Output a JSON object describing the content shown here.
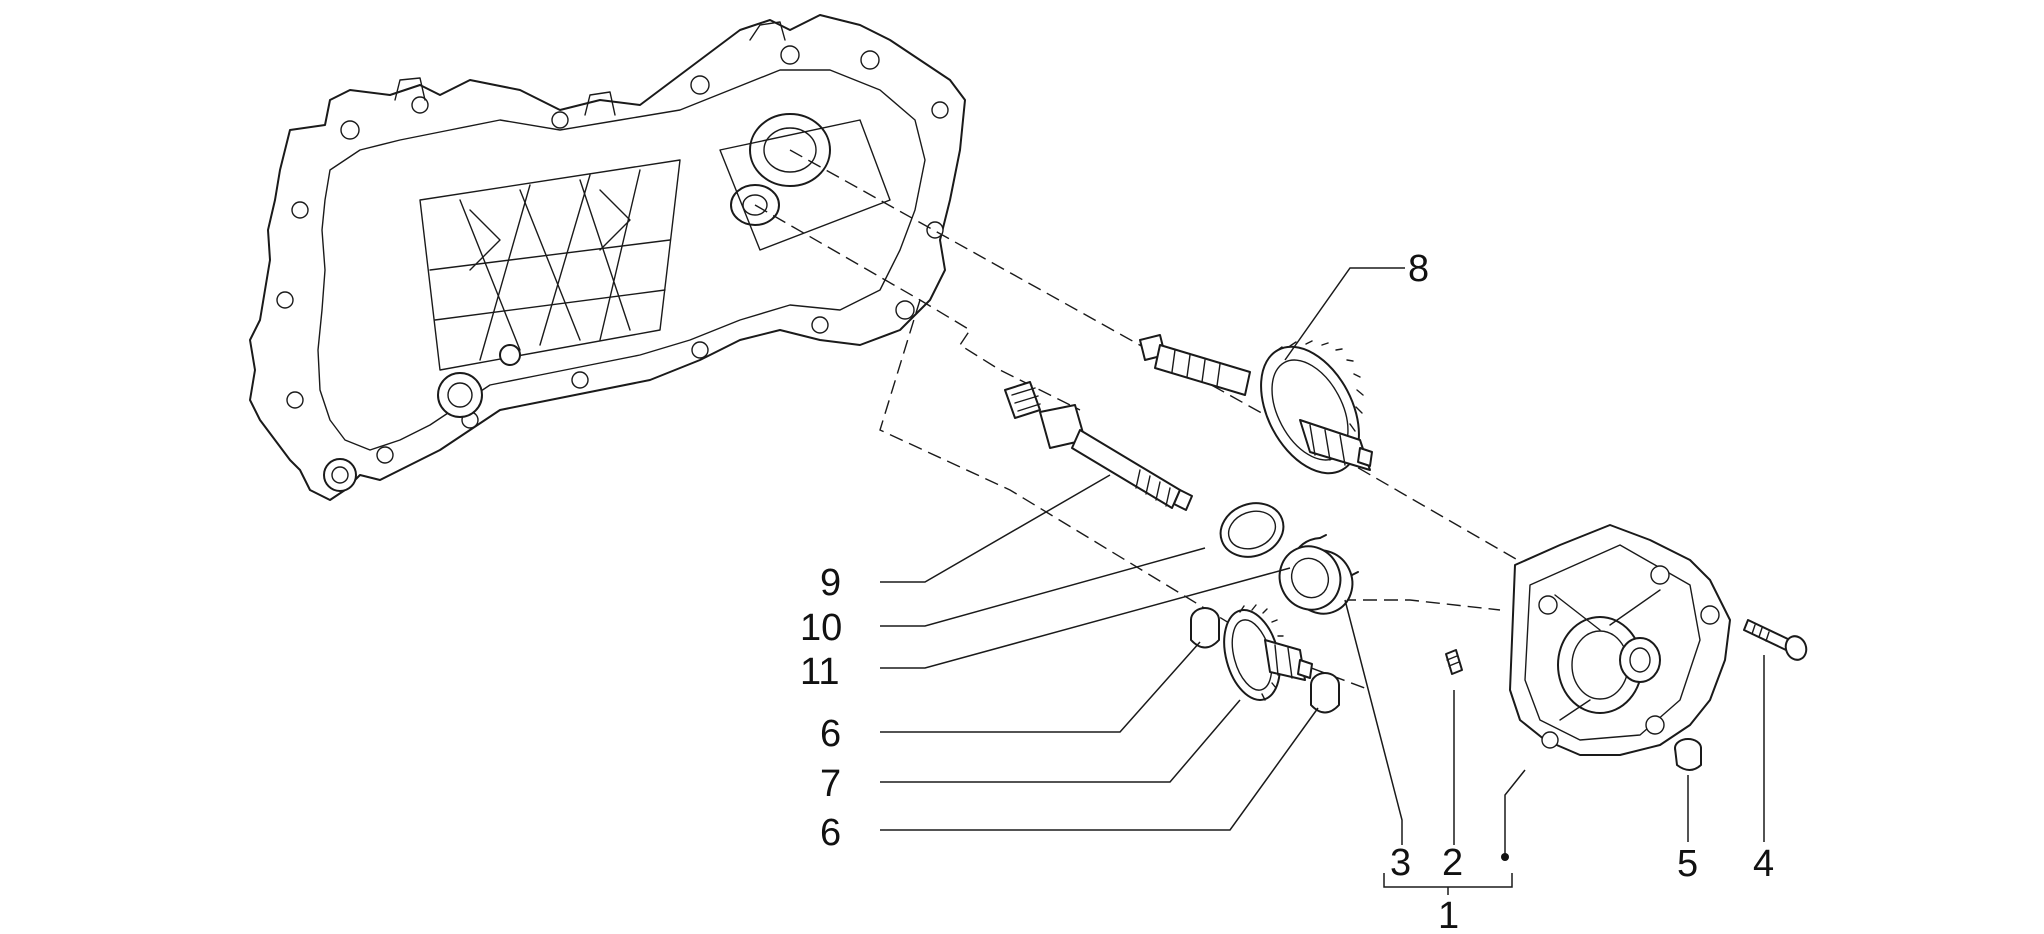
{
  "callouts": {
    "c1": "1",
    "c2": "2",
    "c3": "3",
    "c4": "4",
    "c5": "5",
    "c6a": "6",
    "c6b": "6",
    "c7": "7",
    "c8": "8",
    "c9": "9",
    "c10": "10",
    "c11": "11"
  },
  "colors": {
    "line": "#1a1a1a",
    "background": "#ffffff"
  }
}
